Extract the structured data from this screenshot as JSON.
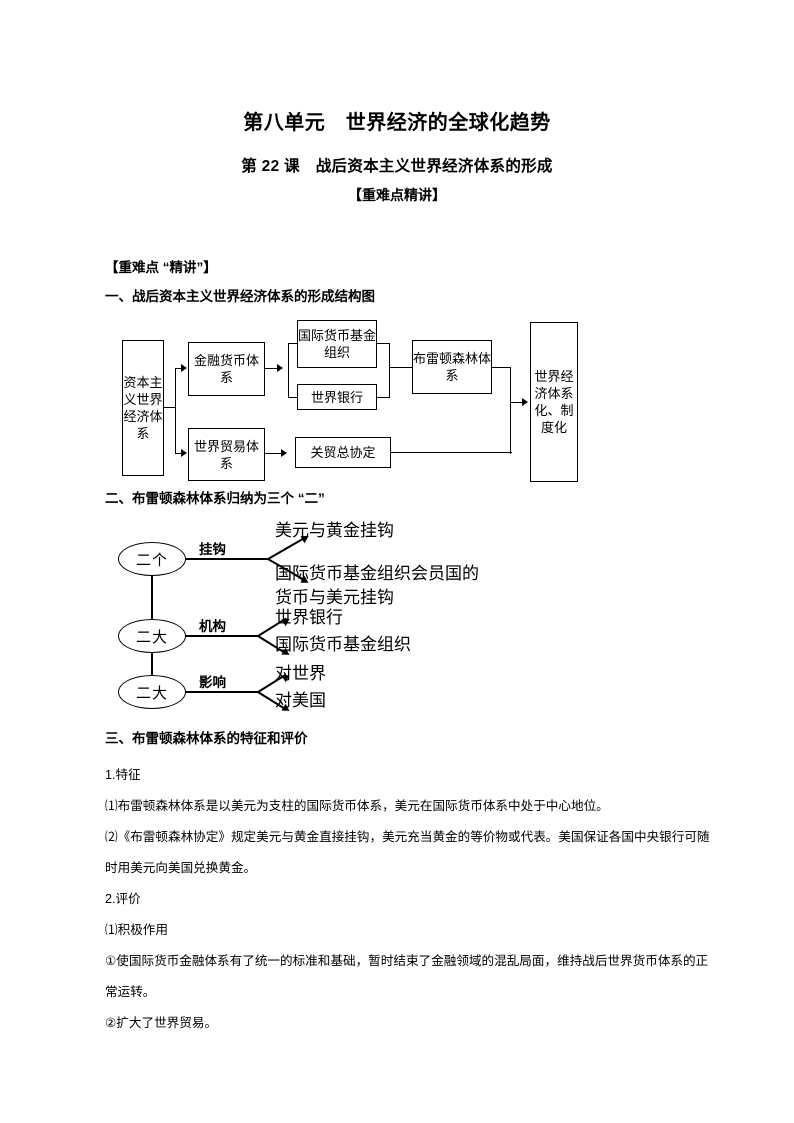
{
  "header": {
    "unit_title": "第八单元　世界经济的全球化趋势",
    "lesson_title": "第 22 课　战后资本主义世界经济体系的形成",
    "bracket_title": "【重难点精讲】"
  },
  "sections": {
    "intro_heading": "【重难点 “精讲”】",
    "section_one_heading": "一、战后资本主义世界经济体系的形成结构图",
    "section_two_heading": "二、布雷顿森林体系归纳为三个 “二”",
    "section_three_heading": "三、布雷顿森林体系的特征和评价"
  },
  "flowchart": {
    "root": "资本主义世界经济体系",
    "finance_system": "金融货币体系",
    "imf": "国际货币基金组织",
    "world_bank": "世界银行",
    "bretton_woods": "布雷顿森林体系",
    "trade_system": "世界贸易体系",
    "gatt": "关贸总协定",
    "outcome": "世界经济体系化、制度化"
  },
  "tree": {
    "nodes": [
      {
        "ellipse": "二个",
        "label": "挂钩",
        "items": [
          "美元与黄金挂钩",
          "国际货币基金组织会员国的\n货币与美元挂钩"
        ]
      },
      {
        "ellipse": "二大",
        "label": "机构",
        "items": [
          "世界银行",
          "国际货币基金组织"
        ]
      },
      {
        "ellipse": "二大",
        "label": "影响",
        "items": [
          "对世界",
          "对美国"
        ]
      }
    ]
  },
  "body": {
    "lines": [
      "1.特征",
      "⑴布雷顿森林体系是以美元为支柱的国际货币体系，美元在国际货币体系中处于中心地位。",
      "⑵《布雷顿森林协定》规定美元与黄金直接挂钩，美元充当黄金的等价物或代表。美国保证各国中央银行可随时用美元向美国兑换黄金。",
      "2.评价",
      "⑴积极作用",
      "①使国际货币金融体系有了统一的标准和基础，暂时结束了金融领域的混乱局面，维持战后世界货币体系的正常运转。",
      "②扩大了世界贸易。"
    ]
  },
  "colors": {
    "ink": "#000000",
    "page": "#ffffff"
  }
}
